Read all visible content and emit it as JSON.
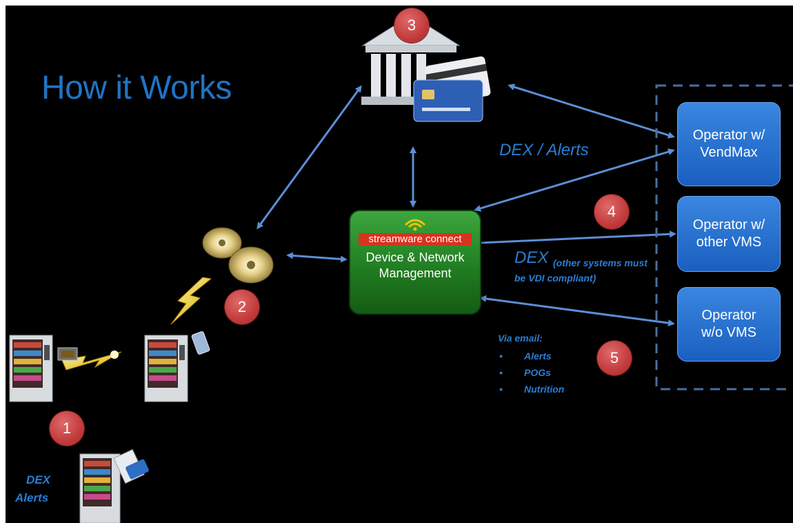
{
  "title": "How it Works",
  "badges": [
    "1",
    "2",
    "3",
    "4",
    "5"
  ],
  "hub": {
    "brand": "streamware connect",
    "label": "Device & Network Management"
  },
  "operators": [
    "Operator w/ VendMax",
    "Operator w/ other VMS",
    "Operator w/o VMS"
  ],
  "labels": {
    "dex_alerts": "DEX / Alerts",
    "dex": "DEX",
    "dex_note": "(other systems must be VDI compliant)",
    "machine_dex": "DEX",
    "machine_alerts": "Alerts"
  },
  "email": {
    "heading": "Via email:",
    "items": [
      "Alerts",
      "POGs",
      "Nutrition"
    ]
  },
  "colors": {
    "background": "#000000",
    "title": "#1f74c4",
    "arrow": "#5b8fd6",
    "badge": "#c23b3b",
    "hub": "#2e8b2e",
    "operator": "#2a72d0",
    "text_blue": "#2a7dd2"
  },
  "icons": [
    "bank-icon",
    "credit-card-icon",
    "satellite-dish-icon",
    "lightning-icon",
    "vending-machine-icon",
    "card-reader-icon",
    "mobile-device-icon",
    "wifi-icon"
  ]
}
